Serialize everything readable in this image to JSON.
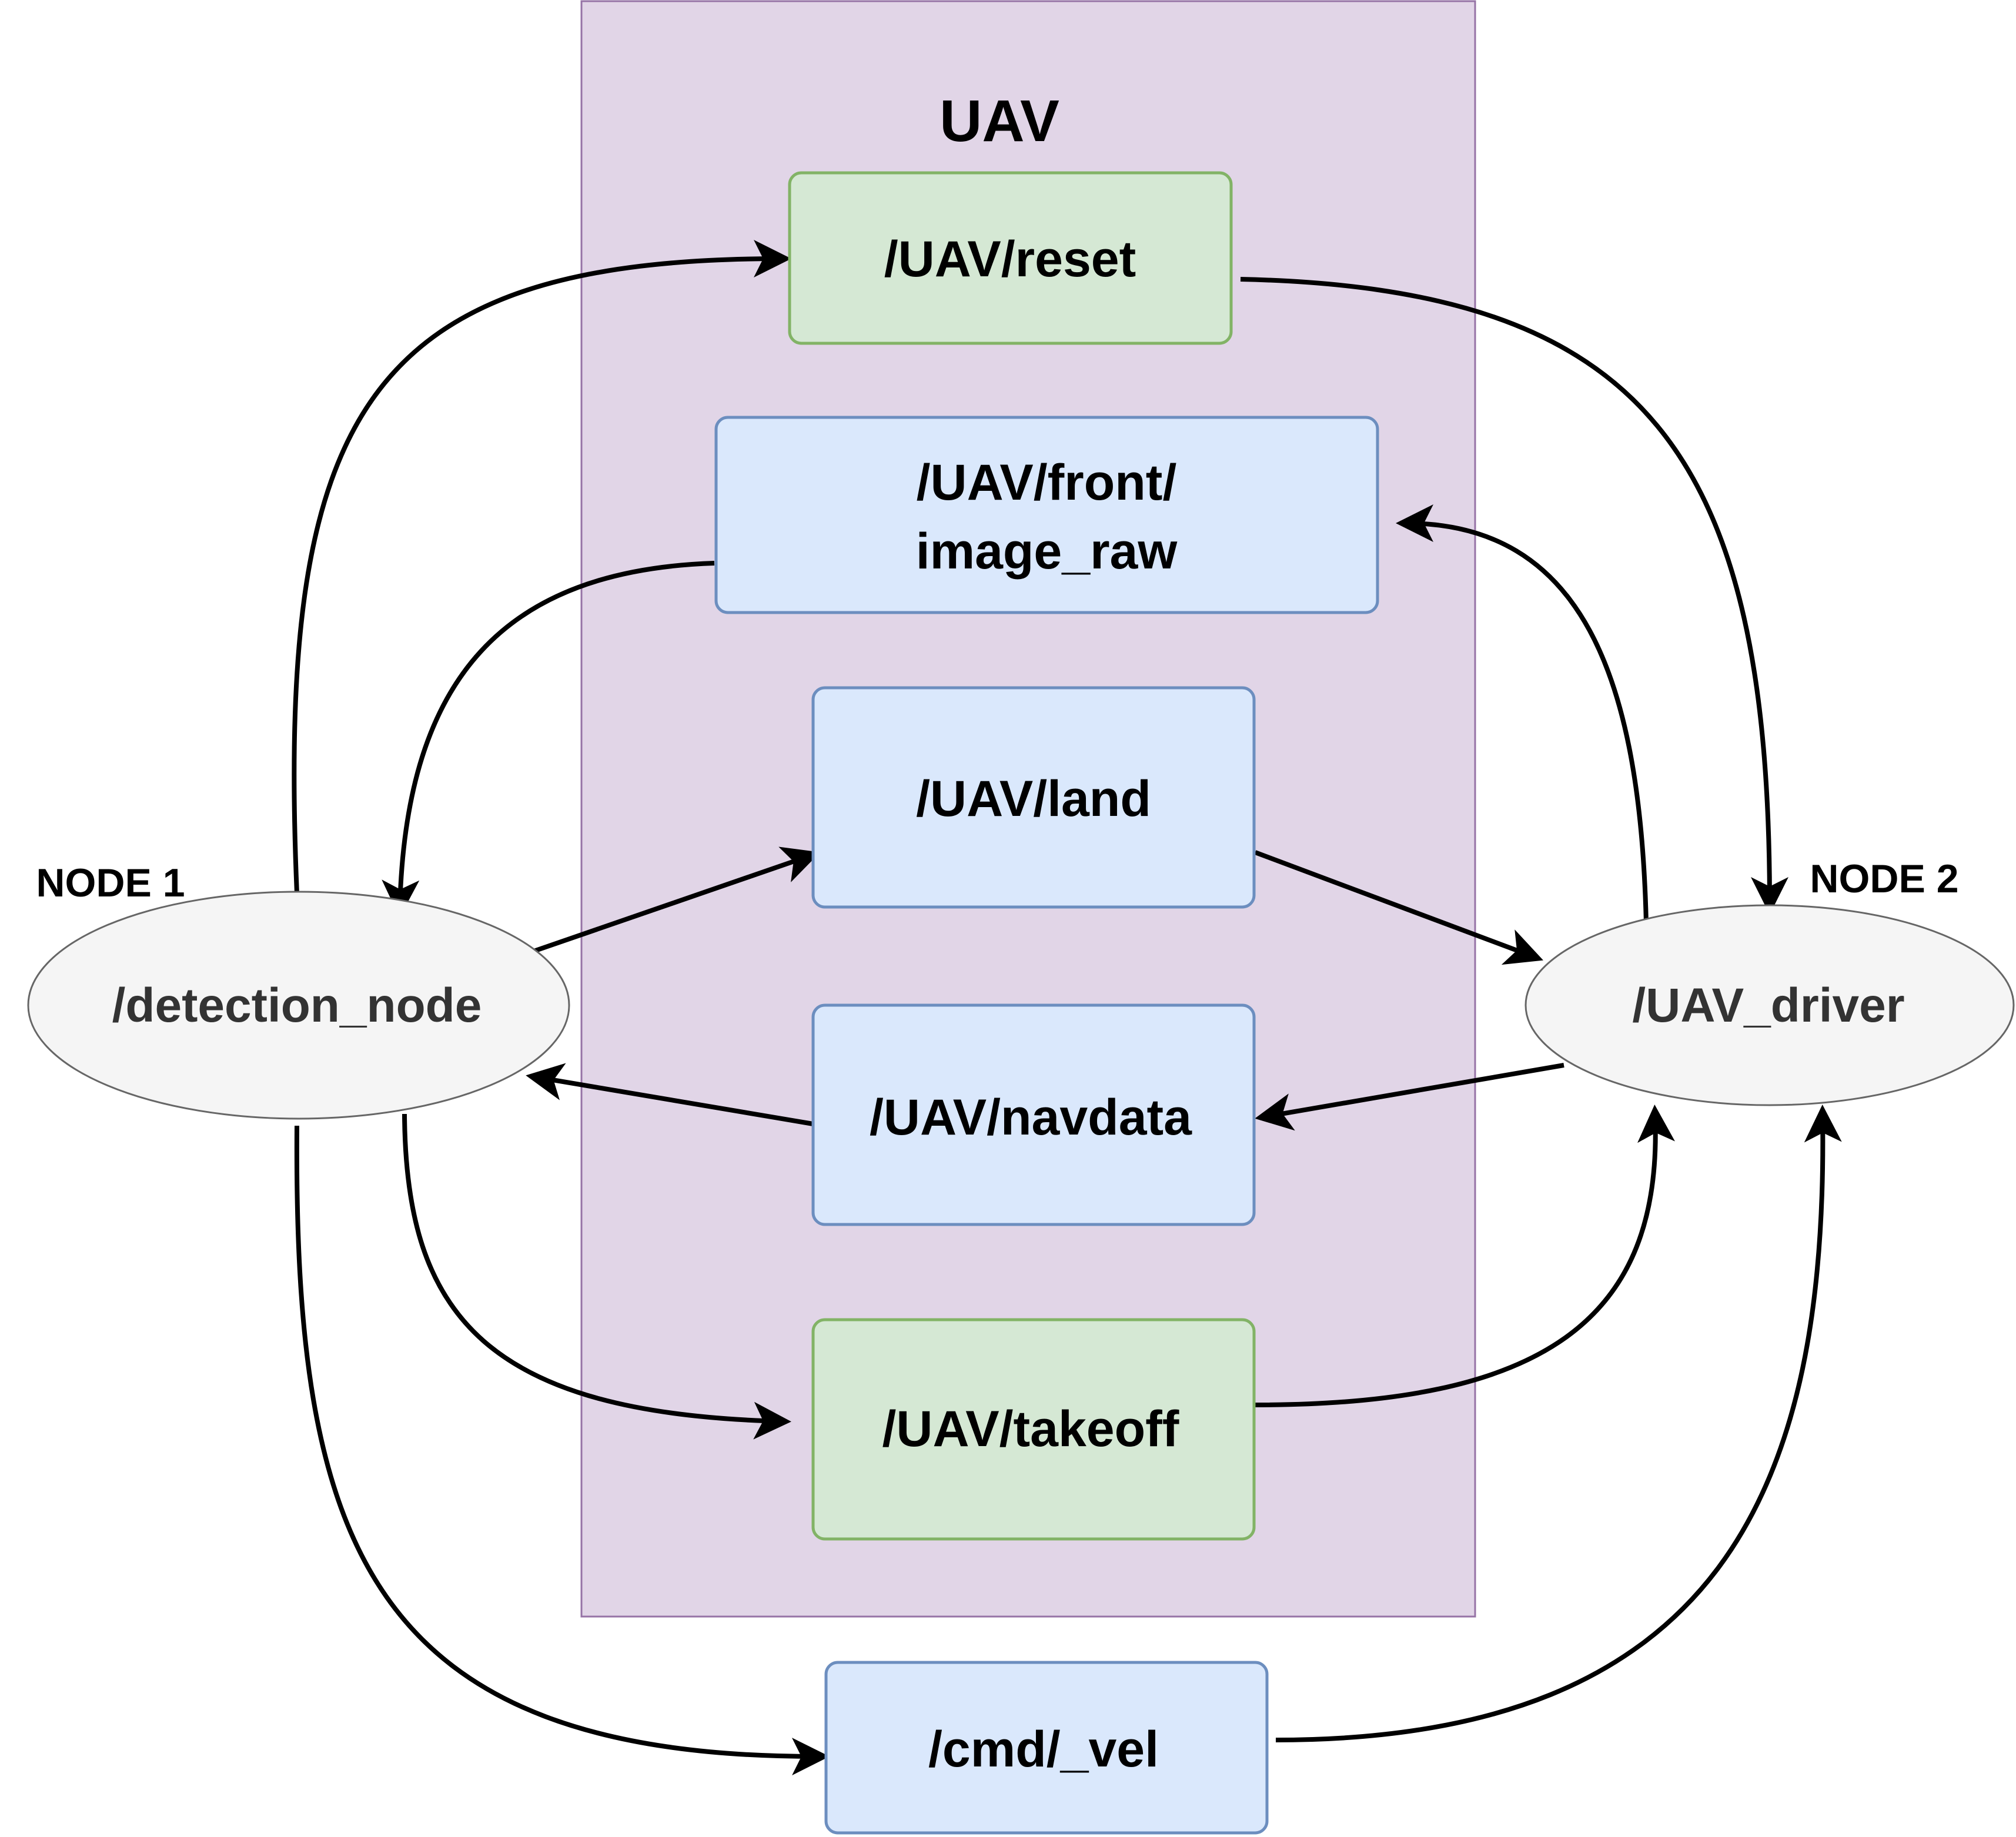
{
  "group": {
    "title": "UAV"
  },
  "topics": {
    "reset": "/UAV/reset",
    "front_image_line1": "/UAV/front/",
    "front_image_line2": "image_raw",
    "land": "/UAV/land",
    "navdata": "/UAV/navdata",
    "takeoff": "/UAV/takeoff",
    "cmd_vel": "/cmd/_vel"
  },
  "nodes": {
    "node1": {
      "caption": "NODE 1",
      "name": "/detection_node"
    },
    "node2": {
      "caption": "NODE 2",
      "name": "/UAV_driver"
    }
  },
  "colors": {
    "group_fill": "#e1d5e7",
    "group_stroke": "#9673a6",
    "green_fill": "#d5e8d4",
    "green_stroke": "#82b366",
    "blue_fill": "#dae8fc",
    "blue_stroke": "#6c8ebf",
    "node_fill": "#f5f5f5",
    "node_stroke": "#666666"
  }
}
